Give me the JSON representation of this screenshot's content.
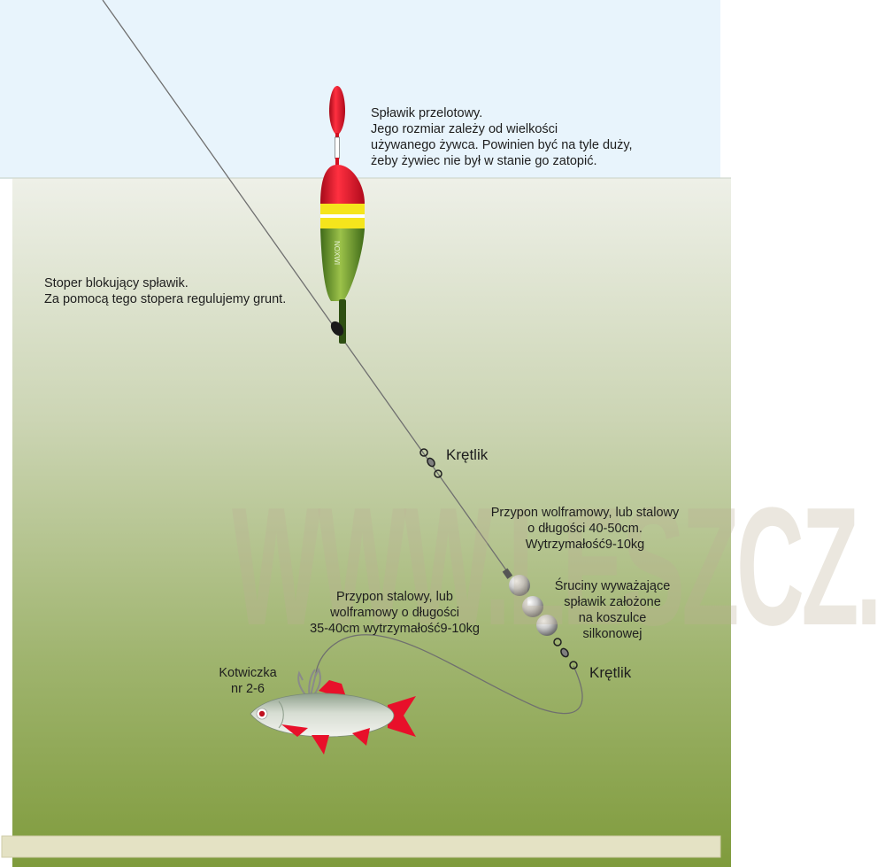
{
  "labels": {
    "float": "Spławik przelotowy.\nJego rozmiar zależy od wielkości\nużywanego żywca. Powinien być na tyle duży,\nżeby żywiec nie był w stanie go zatopić.",
    "stopper": "Stoper blokujący spławik.\nZa pomocą tego stopera regulujemy grunt.",
    "swivel_top": "Krętlik",
    "tungsten_leader": "Przypon wolframowy, lub stalowy\no długości 40-50cm.\nWytrzymałość9-10kg",
    "shot": "Śruciny wyważające\nspławik założone\nna koszulce\nsilkonowej",
    "steel_leader": "Przypon stalowy, lub\nwolframowy o długości\n35-40cm wytrzymałość9-10kg",
    "hook": "Kotwiczka\nnr 2-6",
    "swivel_bottom": "Krętlik"
  },
  "float_brand": "NOXWI",
  "watermark": "WWW.LESZCZ.PL",
  "colors": {
    "sky": "#e8f4fc",
    "water_top": "#eef0e8",
    "water_bottom": "#7f9b3c",
    "float_red": "#e3122a",
    "float_green": "#6f9a2e",
    "float_yellow": "#f5e51c",
    "fish_red": "#e8102a",
    "line": "#6f6f6f"
  },
  "icons": {
    "float": "float-icon",
    "stopper": "stopper-icon",
    "swivel": "swivel-icon",
    "shot": "shot-weight-icon",
    "hook": "treble-hook-icon",
    "fish": "live-bait-fish-icon"
  }
}
